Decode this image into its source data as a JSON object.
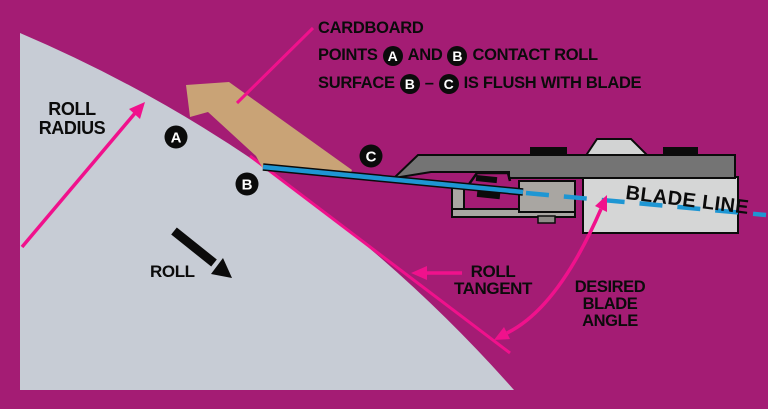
{
  "colors": {
    "background": "#A41C74",
    "pink": "#F0118C",
    "roll_gray": "#C7CCD5",
    "cardboard_tan": "#C9A376",
    "holder_dark_gray": "#747474",
    "clamp_gray": "#A9A6A2",
    "body_light_gray": "#D5D6D6",
    "hump_gray": "#D2D3D3",
    "tab_gray": "#8F8C88",
    "blade_blue": "#1E96D3",
    "ink": "#0B0B0B",
    "badge_bg": "#0B0B0B",
    "badge_text": "#FFFFFF"
  },
  "annotation": {
    "line1": "CARDBOARD",
    "line2_prefix": "POINTS",
    "line2_and": "AND",
    "line2_suffix": "CONTACT ROLL",
    "line3_prefix": "SURFACE",
    "line3_dash": "–",
    "line3_suffix": "IS FLUSH WITH BLADE"
  },
  "points": {
    "a": "A",
    "b": "B",
    "c": "C"
  },
  "labels": {
    "roll_radius_line1": "ROLL",
    "roll_radius_line2": "RADIUS",
    "roll_direction": "ROLL",
    "blade_line": "BLADE LINE",
    "roll_tangent_line1": "ROLL",
    "roll_tangent_line2": "TANGENT",
    "desired_blade_angle_line1": "DESIRED",
    "desired_blade_angle_line2": "BLADE",
    "desired_blade_angle_line3": "ANGLE"
  }
}
